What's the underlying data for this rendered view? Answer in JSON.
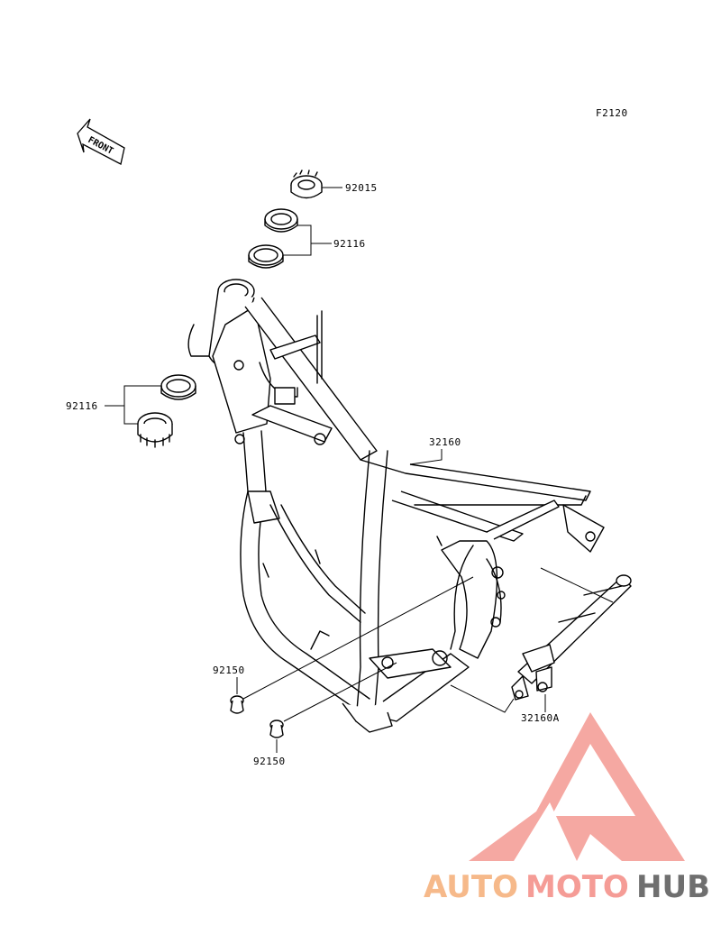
{
  "diagram": {
    "code": "F2120",
    "front_label": "FRONT",
    "parts": [
      {
        "number": "92015"
      },
      {
        "number": "92116"
      },
      {
        "number": "92116"
      },
      {
        "number": "32160"
      },
      {
        "number": "92150"
      },
      {
        "number": "92150"
      },
      {
        "number": "32160A"
      }
    ]
  },
  "watermark": {
    "auto": "AUTO",
    "moto": "MOTO",
    "hub": "HUB",
    "colors": {
      "auto": "#f6b98a",
      "moto": "#f59c96",
      "hub": "#6f6f6f",
      "logo": "#f49a92"
    }
  }
}
